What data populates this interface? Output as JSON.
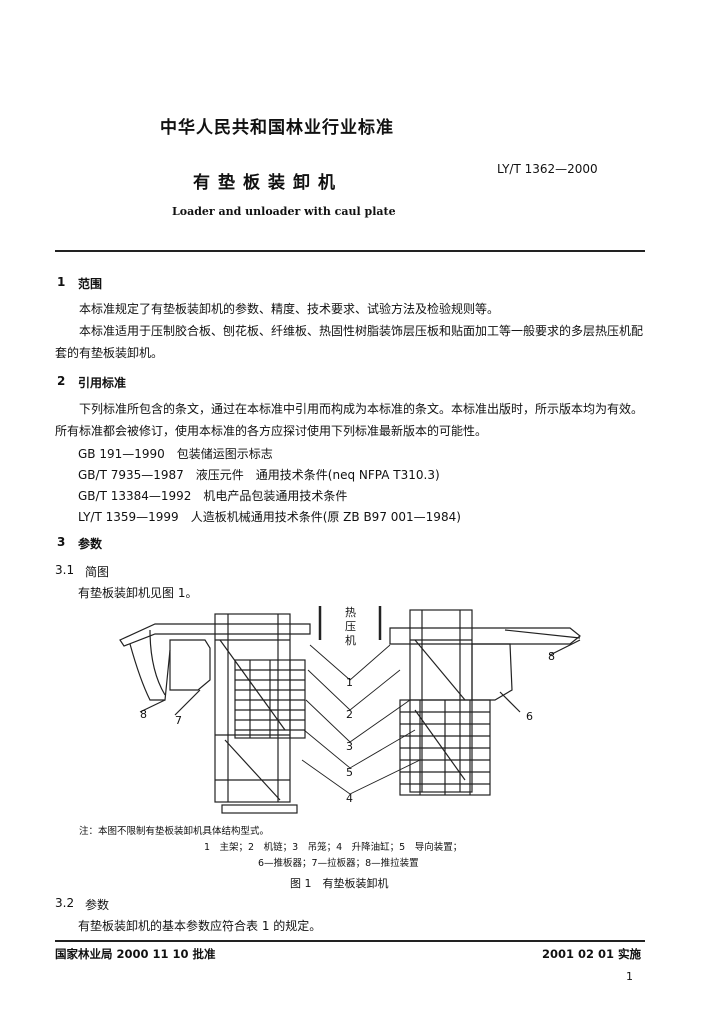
{
  "header": {
    "org": "中华人民共和国林业行业标准",
    "standard_number": "LY/T 1362—2000",
    "title_cn": "有垫板装卸机",
    "title_en": "Loader and unloader with caul plate"
  },
  "section1": {
    "number": "1",
    "title": "范围",
    "p1": "本标准规定了有垫板装卸机的参数、精度、技术要求、试验方法及检验规则等。",
    "p2": "本标准适用于压制胶合板、刨花板、纤维板、热固性树脂装饰层压板和贴面加工等一般要求的多层热压机配套的有垫板装卸机。"
  },
  "section2": {
    "number": "2",
    "title": "引用标准",
    "p1": "下列标准所包含的条文，通过在本标准中引用而构成为本标准的条文。本标准出版时，所示版本均为有效。所有标准都会被修订，使用本标准的各方应探讨使用下列标准最新版本的可能性。",
    "refs": [
      "GB 191—1990　包装储运图示标志",
      "GB/T 7935—1987　液压元件　通用技术条件(neq NFPA T310.3)",
      "GB/T 13384—1992　机电产品包装通用技术条件",
      "LY/T 1359—1999　人造板机械通用技术条件(原 ZB B97 001—1984)"
    ]
  },
  "section3": {
    "number": "3",
    "title": "参数",
    "sub1_number": "3.1",
    "sub1_title": "简图",
    "sub1_text": "有垫板装卸机见图 1。",
    "sub2_number": "3.2",
    "sub2_title": "参数",
    "sub2_text": "有垫板装卸机的基本参数应符合表 1 的规定。"
  },
  "figure": {
    "press_label": "热压机",
    "callouts": [
      "1",
      "2",
      "3",
      "5",
      "4",
      "6",
      "7",
      "8",
      "8"
    ],
    "note": "注：本图不限制有垫板装卸机具体结构型式。",
    "legend1": "1　主架；2　机链；3　吊笼；4　升降油缸；5　导向装置；",
    "legend2": "6—推板器；7—拉板器；8—推拉装置",
    "caption": "图 1　有垫板装卸机"
  },
  "footer": {
    "approval": "国家林业局 2000  11  10 批准",
    "implement": "2001  02  01 实施",
    "page": "1"
  }
}
